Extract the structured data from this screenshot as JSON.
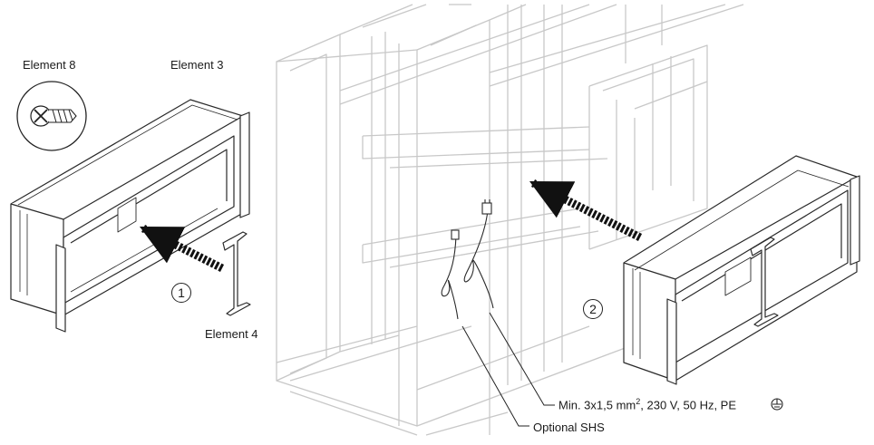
{
  "labels": {
    "element_8": "Element 8",
    "element_3": "Element 3",
    "element_4": "Element 4"
  },
  "steps": {
    "step_1": "1",
    "step_2": "2"
  },
  "callouts": {
    "wiring_prefix": "Min. 3x1,5 mm",
    "wiring_sup": "2",
    "wiring_suffix": ", 230 V, 50 Hz,  PE",
    "optional_shs": "Optional SHS"
  },
  "colors": {
    "frame_line": "#c8c8c8",
    "part_line": "#2a2a2a",
    "arrow": "#111111"
  },
  "icons": {
    "screw": "screw-icon",
    "ground": "earth-ground-icon"
  }
}
